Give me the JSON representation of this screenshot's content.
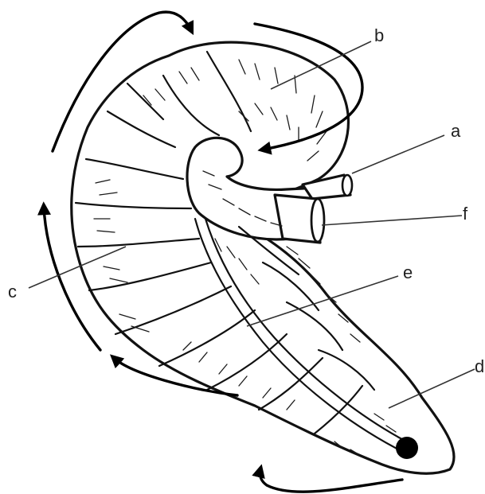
{
  "labels": {
    "a": "a",
    "b": "b",
    "c": "c",
    "d": "d",
    "e": "e",
    "f": "f"
  },
  "colors": {
    "ink": "#111111",
    "paper": "#ffffff",
    "label": "#222222"
  }
}
